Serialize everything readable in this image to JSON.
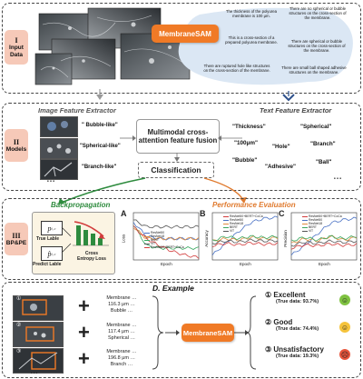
{
  "sections": {
    "s1": {
      "num": "I",
      "label": "Input\nData"
    },
    "s2": {
      "num": "II",
      "label": "Models"
    },
    "s3": {
      "num": "III",
      "label": "BP&PE"
    }
  },
  "input": {
    "badge": "MembraneSAM",
    "desc_left": [
      "The thickness of the polyurea membrane is 100 μm.",
      "This is a cross-section of a prepared polyurea membrane.",
      "There are ruptured hole like structures on the cross-section of the membrane."
    ],
    "desc_right": [
      "There are no spherical or bubble structures on the cross-section of the membrane.",
      "There are spherical or bubble structures on the cross-section of the membrane.",
      "There are small ball shaped adhesive structures on the membrane."
    ]
  },
  "models": {
    "image_title": "Image Feature Extractor",
    "text_title": "Text Feature Extractor",
    "image_labels": [
      "\" Bubble-like\"",
      "\"Spherical-like\"",
      "\"Branch-like\""
    ],
    "ellipsis": "• • •",
    "fusion": "Multimodal cross-attention feature fusion",
    "classification": "Classification",
    "keywords": [
      "\"Thickness\"",
      "\"Spherical\"",
      "\"100μm\"",
      "\"Hole\"",
      "\"Branch\"",
      "\"Bubble\"",
      "\"Adhesive\"",
      "\"Ball\""
    ]
  },
  "bppe": {
    "backprop": "Backpropagation",
    "perf": "Performance Evaluation",
    "true_lable": "True Lable",
    "predict_lable": "Predict Lable",
    "p_true": "p",
    "p_true_sub": "i, c",
    "p_pred": "p̂",
    "p_pred_sub": "i, c",
    "cross_entropy": "Cross Entropy Loss",
    "charts": [
      {
        "letter": "A",
        "ylabel": "Loss",
        "xlabel": "Epoch",
        "legend": [
          "ResNet50",
          "ResNet18",
          "BERT",
          "ViT",
          "ResNet50+BERT+CoCa"
        ]
      },
      {
        "letter": "B",
        "ylabel": "Accuracy",
        "xlabel": "Epoch",
        "legend": [
          "ResNet50+BERT+CoCa",
          "ResNet50",
          "ResNet18",
          "BERT",
          "ViT"
        ]
      },
      {
        "letter": "C",
        "ylabel": "Precision",
        "xlabel": "Epoch",
        "legend": [
          "ResNet50+BERT+CoCa",
          "ResNet50",
          "ResNet18",
          "BERT",
          "ViT"
        ]
      }
    ],
    "series_colors": [
      "#4a72c4",
      "#e08a3c",
      "#3aa860",
      "#555555",
      "#d23c3c"
    ]
  },
  "example": {
    "title": "D. Example",
    "badge": "MembraneSAM",
    "rows": [
      {
        "num": "①",
        "lines": [
          "Membrane …",
          "116.3 μm …",
          "Bubble …"
        ]
      },
      {
        "num": "②",
        "lines": [
          "Membrane …",
          "117.4 μm …",
          "Spherical …"
        ]
      },
      {
        "num": "③",
        "lines": [
          "Membrane …",
          "196.8 μm …",
          "Branch …"
        ]
      }
    ],
    "plus": "+",
    "ellipsis": "• • •",
    "results": [
      {
        "rank": "① Excellent",
        "true": "(True data: 93.7%)",
        "face": "☺",
        "color": "#7fc241"
      },
      {
        "rank": "② Good",
        "true": "(True data: 74.4%)",
        "face": "☺",
        "color": "#f5c33b"
      },
      {
        "rank": "③ Unsatisfactory",
        "true": "(True data: 19.3%)",
        "face": "☹",
        "color": "#e8553b"
      }
    ]
  }
}
